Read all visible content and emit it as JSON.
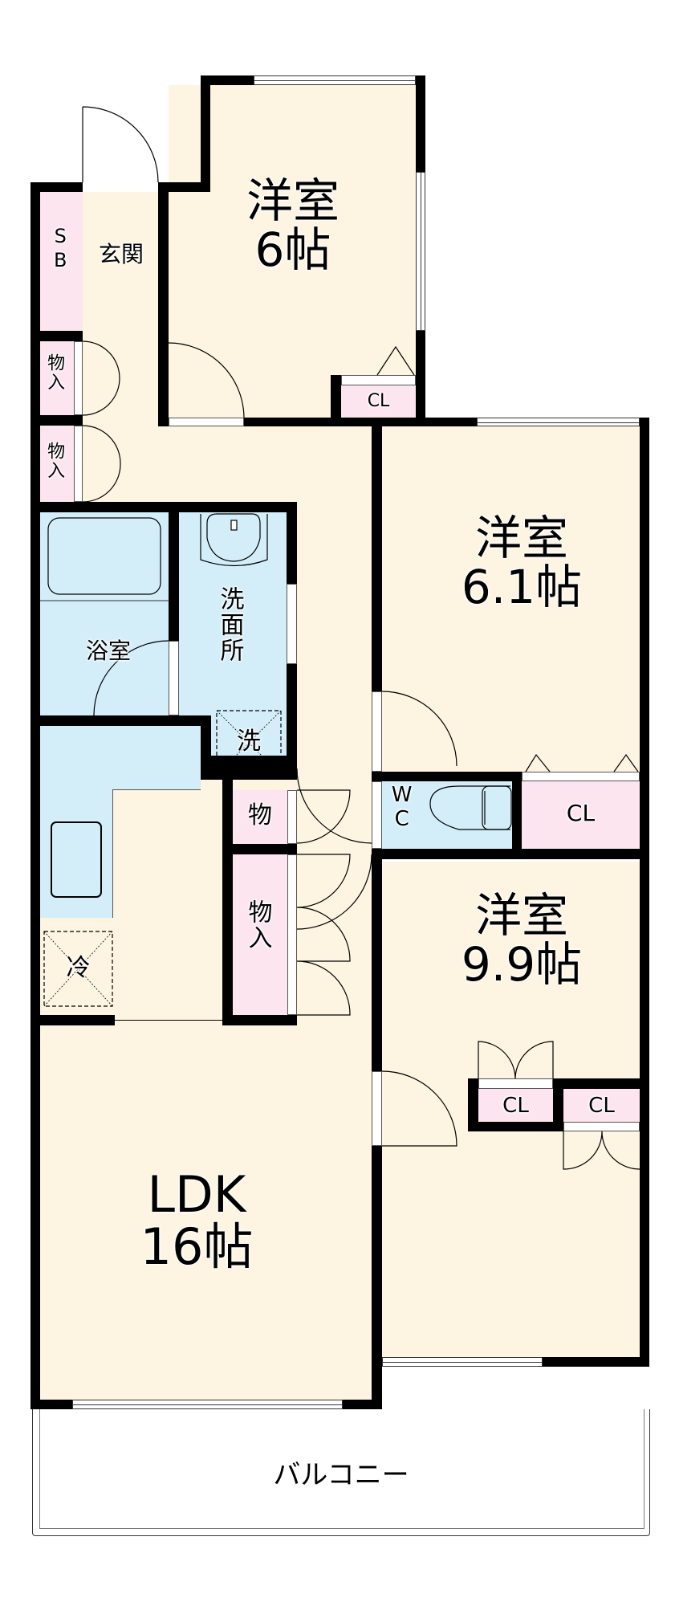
{
  "plan": {
    "colors": {
      "floor": "#FDF5E2",
      "storage": "#FCE5EF",
      "wet_area": "#D3EEF9",
      "wall": "#000000"
    },
    "rooms": {
      "western_room_a": {
        "name": "洋室",
        "size": "6帖"
      },
      "western_room_b": {
        "name": "洋室",
        "size": "6.1帖"
      },
      "western_room_c": {
        "name": "洋室",
        "size": "9.9帖"
      },
      "ldk": {
        "name": "LDK",
        "size": "16帖"
      },
      "entrance": {
        "name": "玄関"
      },
      "shoe_box": {
        "name": "SB"
      },
      "bathroom": {
        "name": "浴室"
      },
      "washroom": {
        "name": "洗面所"
      },
      "washer": {
        "name": "洗"
      },
      "fridge": {
        "name": "冷"
      },
      "toilet": {
        "name": "WC"
      },
      "balcony": {
        "name": "バルコニー"
      }
    },
    "storage": {
      "storage_1": "物入",
      "storage_2": "物入",
      "storage_3": "物",
      "storage_4": "物入",
      "closet_a": "CL",
      "closet_b": "CL",
      "closet_c1": "CL",
      "closet_c2": "CL"
    }
  }
}
